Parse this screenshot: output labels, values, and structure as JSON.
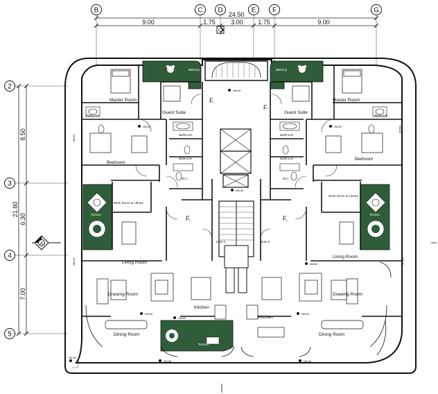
{
  "grid": {
    "columns": [
      "B",
      "C",
      "D",
      "E",
      "F",
      "G"
    ],
    "rows": [
      "2",
      "3",
      "4",
      "5"
    ]
  },
  "dimensions": {
    "overall_width": "24.50",
    "top": [
      "9.00",
      "1.75",
      "3.00",
      "1.75",
      "9.00"
    ],
    "left_overall": "21.80",
    "left": [
      "8.50",
      "6.30",
      "7.00"
    ]
  },
  "section_marker": "A",
  "rooms": {
    "balcony_left": "Balcony",
    "balcony_right": "Balcony",
    "master_room_left": "Master Room",
    "master_room_right": "Master Room",
    "guest_suite_left": "Guest Suite",
    "guest_suite_right": "Guest Suite",
    "bedroom_left": "Bedroom",
    "bedroom_right": "Bedroom",
    "work_room_left": "Work Room & Library",
    "work_room_right": "Work Room & Library",
    "terrace_left": "Terrace",
    "terrace_right": "Terrace",
    "living_room_left": "Living Room",
    "living_room_right": "Living Room",
    "drawing_room_left": "Drawing Room",
    "drawing_room_right": "Drawing Room",
    "dining_room_left": "Dining Room",
    "dining_room_right": "Dining Room",
    "kitchen_left": "Kitchen",
    "kitchen_right": "Kitchen",
    "terrace_bottom": "Terrace",
    "bathroom_1": "Bathroom",
    "bathroom_2": "Bathroom",
    "bathroom_3": "Bathroom",
    "bathroom_4": "Bathroom",
    "bathroom_5": "Bathroom",
    "bathroom_6": "Bathroom",
    "wc_left": "W.C.",
    "wc_right": "W.C.",
    "foyer_1": "F.",
    "foyer_2": "F.",
    "foyer_3": "F.",
    "foyer_4": "F.",
    "duty_left": "Duty K",
    "duty_right": "Duty K"
  },
  "levels": {
    "l1": "+88.60",
    "l2": "+88.60",
    "l3": "+88.60",
    "l4": "+88.60",
    "l5": "+88.60",
    "l6": "+88.60",
    "l7": "+88.60",
    "l8": "+88.60",
    "l9": "+88.60",
    "l10": "+88.60",
    "l11": "+88.60",
    "l12": "+88.60",
    "l13": "+80.60",
    "l14": "+80.40",
    "l15": "+80.60"
  }
}
